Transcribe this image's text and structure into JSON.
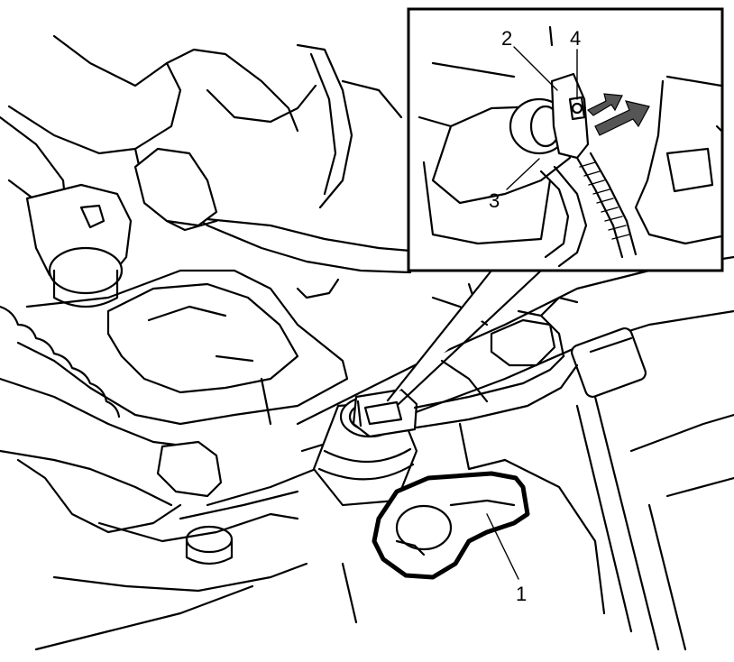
{
  "callouts": {
    "one": "1",
    "two": "2",
    "three": "3",
    "four": "4"
  },
  "colors": {
    "line": "#000000",
    "background": "#ffffff",
    "arrow": "#555555"
  }
}
